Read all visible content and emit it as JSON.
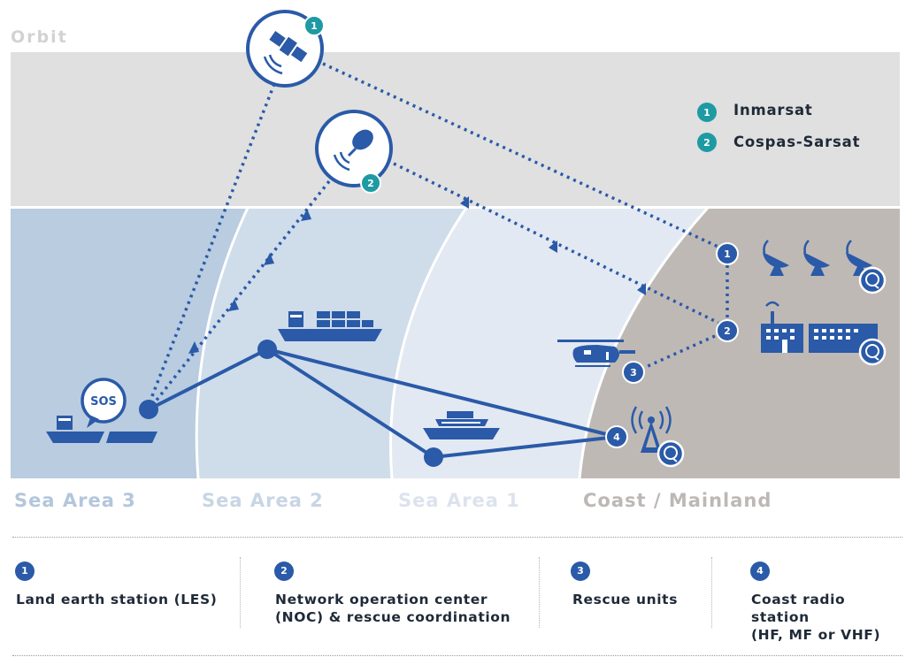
{
  "zones": {
    "orbit": "Orbit",
    "sea3": "Sea Area 3",
    "sea2": "Sea Area 2",
    "sea1": "Sea Area 1",
    "coast": "Coast / Mainland"
  },
  "satellites": [
    {
      "id": "1",
      "name": "Inmarsat"
    },
    {
      "id": "2",
      "name": "Cospas-Sarsat"
    }
  ],
  "map_nodes": {
    "les": "1",
    "noc": "2",
    "rescue": "3",
    "radio": "4"
  },
  "sos_label": "SOS",
  "bottom_legend": [
    {
      "num": "1",
      "text": "Land earth station (LES)"
    },
    {
      "num": "2",
      "text": "Network operation center\n(NOC) & rescue coordination"
    },
    {
      "num": "3",
      "text": "Rescue units"
    },
    {
      "num": "4",
      "text": "Coast radio station\n(HF, MF or VHF)"
    }
  ],
  "colors": {
    "primary": "#2a5aa8",
    "teal": "#1e9aa3",
    "orbit_bg": "#e0e0e0",
    "sea3": "#b9cce0",
    "sea2": "#cfdcea",
    "sea1": "#e3e9f2",
    "coast": "#bfb9b5"
  }
}
